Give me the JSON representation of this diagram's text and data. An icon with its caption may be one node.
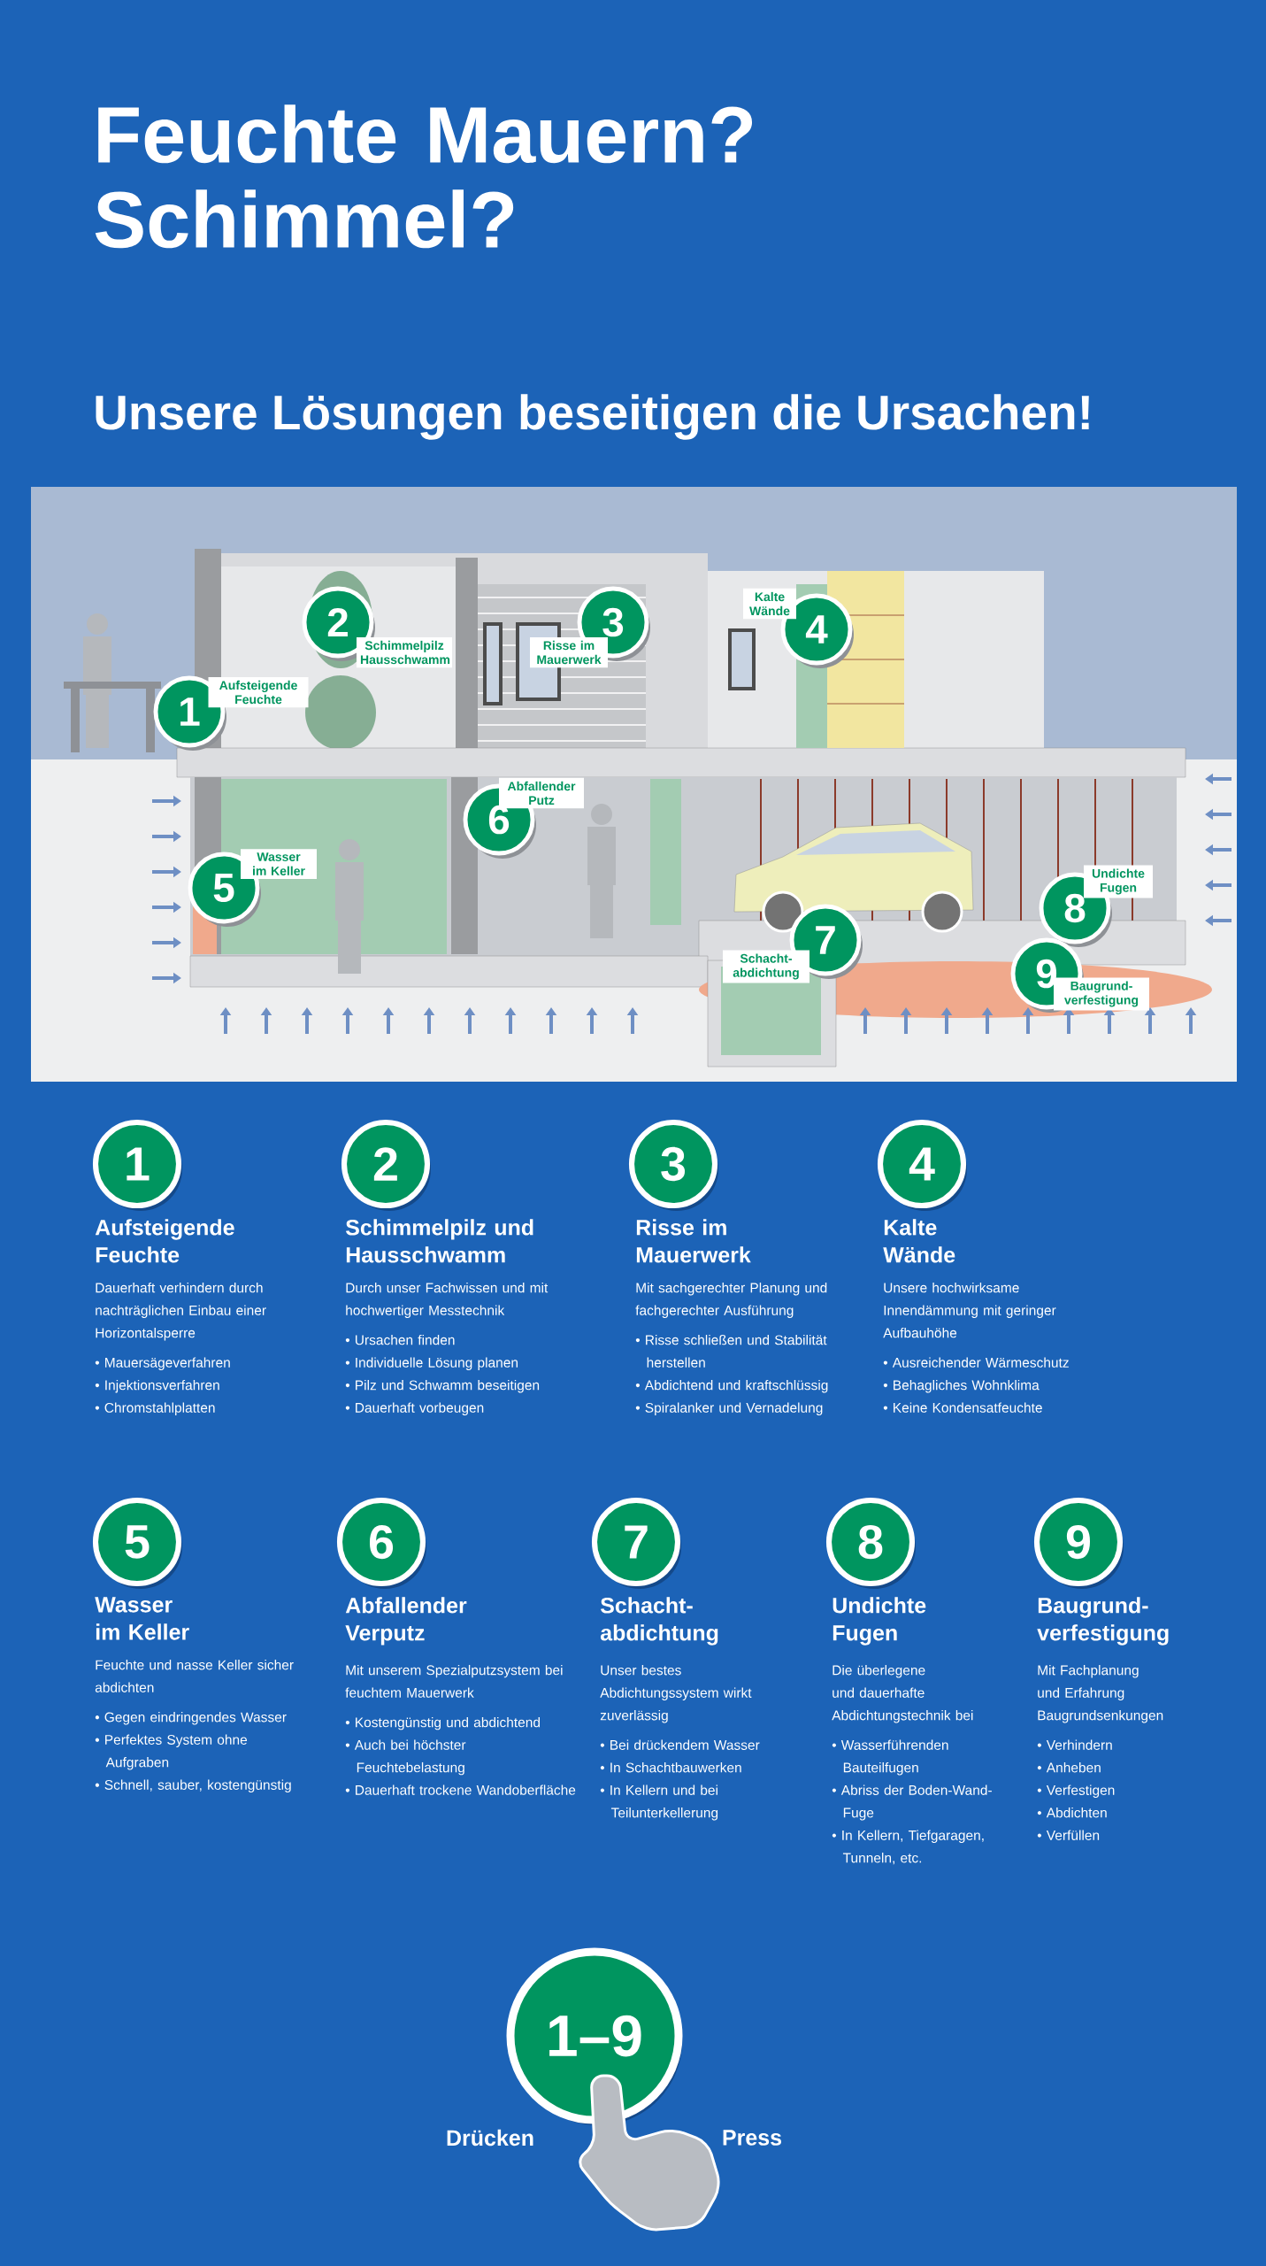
{
  "diagram": {
    "title": "Feuchte Mauern? Schimmel?",
    "nodes": [
      {
        "text": [
          "1"
        ]
      },
      {
        "text": [
          "Aufsteigende Feuchte"
        ]
      },
      {
        "text": [
          "2"
        ]
      },
      {
        "text": [
          "Schimmelpilz Hausschwamm"
        ]
      },
      {
        "text": [
          "3"
        ]
      },
      {
        "text": [
          "Risse im Mauerwerk"
        ]
      },
      {
        "text": [
          "4"
        ]
      },
      {
        "text": [
          "Kalte Wände"
        ]
      },
      {
        "text": [
          "5"
        ]
      },
      {
        "text": [
          "Wasser im Keller"
        ]
      },
      {
        "text": [
          "6"
        ]
      },
      {
        "text": [
          "Abfallender Putz"
        ]
      },
      {
        "text": [
          "7"
        ]
      },
      {
        "text": [
          "Schacht-abdichtung"
        ]
      },
      {
        "text": [
          "8"
        ]
      },
      {
        "text": [
          "Undichte Fugen"
        ]
      },
      {
        "text": [
          "9"
        ]
      },
      {
        "text": [
          "Baugrund-verfestigung"
        ]
      },
      {
        "text": [
          "1"
        ],
        "beside": [
          "Aufsteigende Feuchte",
          "Dauerhaft verhindern durch nachträglichen Einbau einer Horizontalsperre",
          "• Mauersägeverfahren",
          "• Injektionsverfahren",
          "• Chromstahlplatten"
        ]
      },
      {
        "text": [
          "2"
        ],
        "beside": [
          "Schimmelpilz und Hausschwamm",
          "Durch unser Fachwissen und mit hochwertiger Messtechnik",
          "• Ursachen finden",
          "• Individuelle Lösung planen",
          "• Pilz und Schwamm beseitigen",
          "• Dauerhaft vorbeugen"
        ]
      },
      {
        "text": [
          "3"
        ],
        "beside": [
          "Risse im Mauerwerk",
          "Mit sachgerechter Planung und fachgerechter Ausführung",
          "• Risse schließen und Stabilität herstellen",
          "• Abdichtend und kraftschlüssig",
          "• Spiralanker und Vernadelung"
        ]
      },
      {
        "text": [
          "4"
        ],
        "beside": [
          "Kalte Wände",
          "Unsere hochwirksame Innendämmung mit geringer Aufbauhöhe",
          "• Ausreichender Wärmeschutz",
          "• Behagliches Wohnklima",
          "• Keine Kondensatfeuchte"
        ]
      },
      {
        "text": [
          "5"
        ],
        "beside": [
          "Wasser im Keller",
          "Feuchte und nasse Keller sicher abdichten",
          "• Gegen eindringendes Wasser",
          "• Perfektes System ohne Aufgraben",
          "• Schnell, sauber, kostengünstig"
        ]
      },
      {
        "text": [
          "6"
        ],
        "beside": [
          "Abfallender Verputz",
          "Mit unserem Spezialputzsystem bei feuchtem Mauerwerk",
          "• Kostengünstig und abdichtend",
          "• Auch bei höchster Feuchtebelastung",
          "• Dauerhaft trockene Wandoberfläche"
        ]
      },
      {
        "text": [
          "7"
        ],
        "beside": [
          "Schacht-abdichtung",
          "Unser bestes Abdichtungssystem wirkt zuverlässig",
          "• Bei drückendem Wasser",
          "• In Schachtbauwerken",
          "• In Kellern und bei Teilunterkellerung"
        ]
      },
      {
        "text": [
          "8"
        ],
        "beside": [
          "Undichte Fugen",
          "Die überlegene und dauerhafte Abdichtungstechnik bei",
          "• Wasserführenden Bauteilfugen",
          "• Abriss der Boden-Wand-Fuge",
          "• In Kellern, Tiefgaragen, Tunneln, etc."
        ]
      },
      {
        "text": [
          "9"
        ],
        "beside": [
          "Baugrund-verfestigung",
          "Mit Fachplanung und Erfahrung Baugrundsenkungen",
          "• Verhindern",
          "• Anheben",
          "• Verfestigen",
          "• Abdichten",
          "• Verfüllen"
        ]
      },
      {
        "text": [
          "1–9"
        ],
        "beside": [
          "Drücken",
          "Press"
        ]
      }
    ],
    "labels": [
      "Unsere Lösungen beseitigen die Ursachen!"
    ]
  }
}
